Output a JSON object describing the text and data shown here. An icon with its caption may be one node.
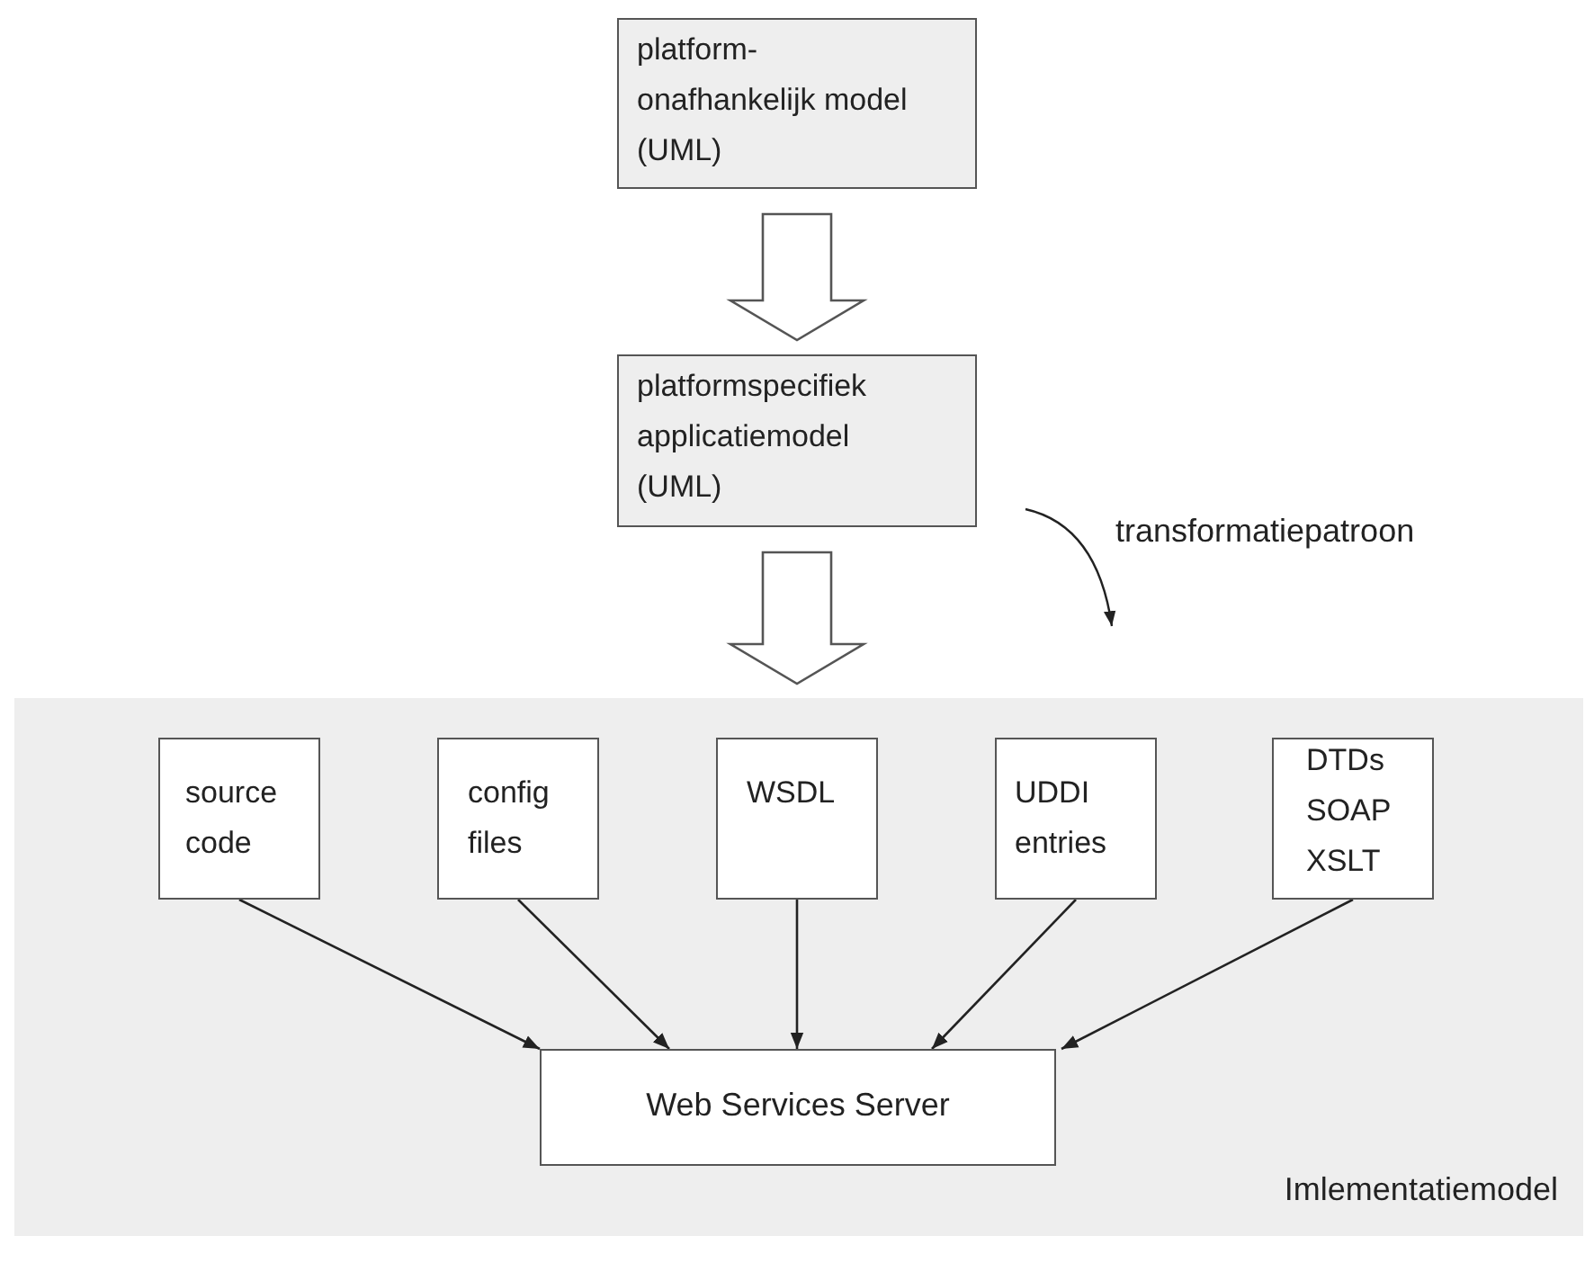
{
  "diagram": {
    "nodes": [
      {
        "text": [
          "platform- onafhankelijk model (UML)"
        ]
      },
      {
        "text": [
          "platformspecifiek applicatiemodel (UML)"
        ]
      },
      {
        "text": [
          "Imlementatiemodel"
        ]
      },
      {
        "text": [
          "source code"
        ],
        "in": 2
      },
      {
        "text": [
          "config files"
        ],
        "in": 2
      },
      {
        "text": [
          "WSDL"
        ],
        "in": 2
      },
      {
        "text": [
          "UDDI entries"
        ],
        "in": 2
      },
      {
        "text": [
          "DTDs SOAP XSLT"
        ],
        "in": 2
      },
      {
        "text": [
          "Web Services Server"
        ],
        "in": 2
      }
    ],
    "edges": [
      {
        "from": 0,
        "to": 1,
        "arrow": "to",
        "style": "thick"
      },
      {
        "from": 1,
        "to": 2,
        "arrow": "to",
        "style": "thick"
      },
      {
        "from": 3,
        "to": 8,
        "arrow": "to"
      },
      {
        "from": 4,
        "to": 8,
        "arrow": "to"
      },
      {
        "from": 5,
        "to": 8,
        "arrow": "to"
      },
      {
        "from": 6,
        "to": 8,
        "arrow": "to"
      },
      {
        "from": 7,
        "to": 8,
        "arrow": "to"
      }
    ],
    "labels": [
      "transformatiepatroon"
    ]
  }
}
